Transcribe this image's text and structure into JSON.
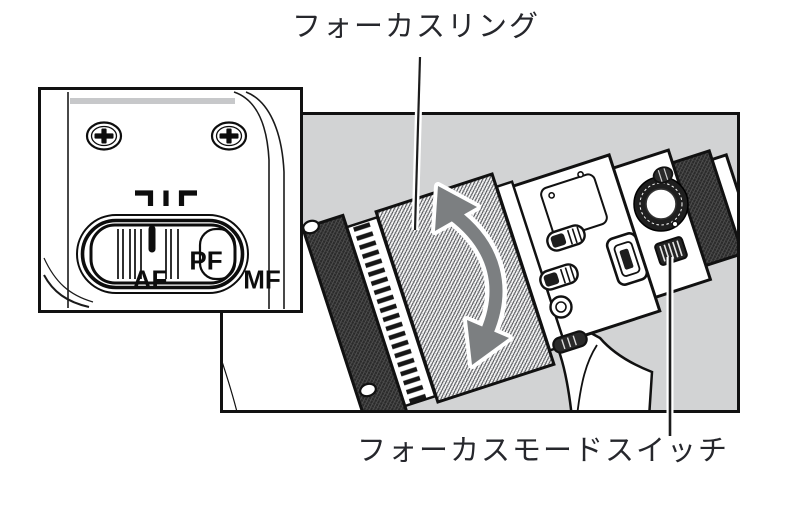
{
  "diagram": {
    "type": "lens-manual-illustration",
    "labels": {
      "focus_ring": "フォーカスリング",
      "focus_mode_switch": "フォーカスモードスイッチ"
    },
    "inset": {
      "modes": {
        "af": "AF",
        "pf": "PF",
        "mf": "MF"
      },
      "selected_mode": "AF"
    },
    "icons": [
      "rotation-arrow-icon",
      "phillips-screw-icon",
      "focus-mode-slider"
    ],
    "colors": {
      "panel_bg": "#d2d3d4",
      "arrow": "#7c7f81",
      "ink": "#111111",
      "text": "#26272c"
    }
  }
}
